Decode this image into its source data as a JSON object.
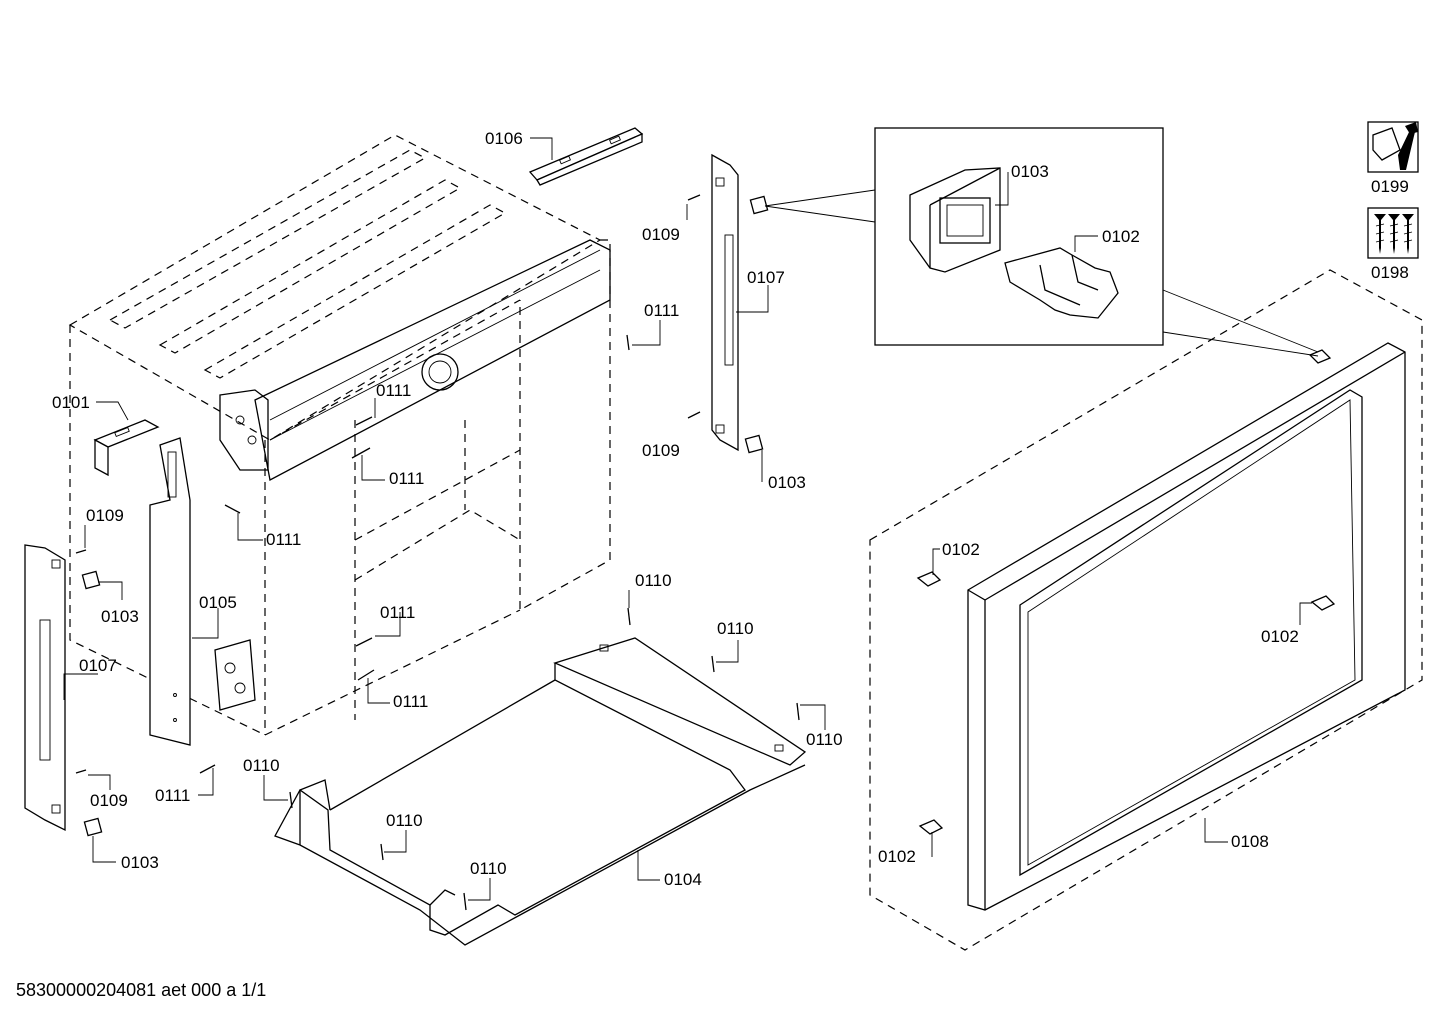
{
  "labels": {
    "p0106": "0106",
    "p0109a": "0109",
    "p0107a": "0107",
    "p0111a": "0111",
    "p0109b": "0109",
    "p0103a": "0103",
    "p0101": "0101",
    "p0111b": "0111",
    "p0111c": "0111",
    "p0111d": "0111",
    "p0109c": "0109",
    "p0103b": "0103",
    "p0105": "0105",
    "p0107b": "0107",
    "p0111e": "0111",
    "p0111f": "0111",
    "p0110a": "0110",
    "p0110b": "0110",
    "p0110c": "0110",
    "p0109d": "0109",
    "p0111g": "0111",
    "p0110d": "0110",
    "p0110e": "0110",
    "p0110f": "0110",
    "p0104": "0104",
    "p0103c": "0103",
    "p0103d": "0103",
    "p0102a": "0102",
    "p0102b": "0102",
    "p0102c": "0102",
    "p0102d": "0102",
    "p0108": "0108",
    "p0199": "0199",
    "p0198": "0198"
  },
  "icons": {
    "tool": "wrench-nut-icon",
    "screws": "screw-set-icon"
  },
  "footer": "58300000204081 aet 000 a 1/1"
}
